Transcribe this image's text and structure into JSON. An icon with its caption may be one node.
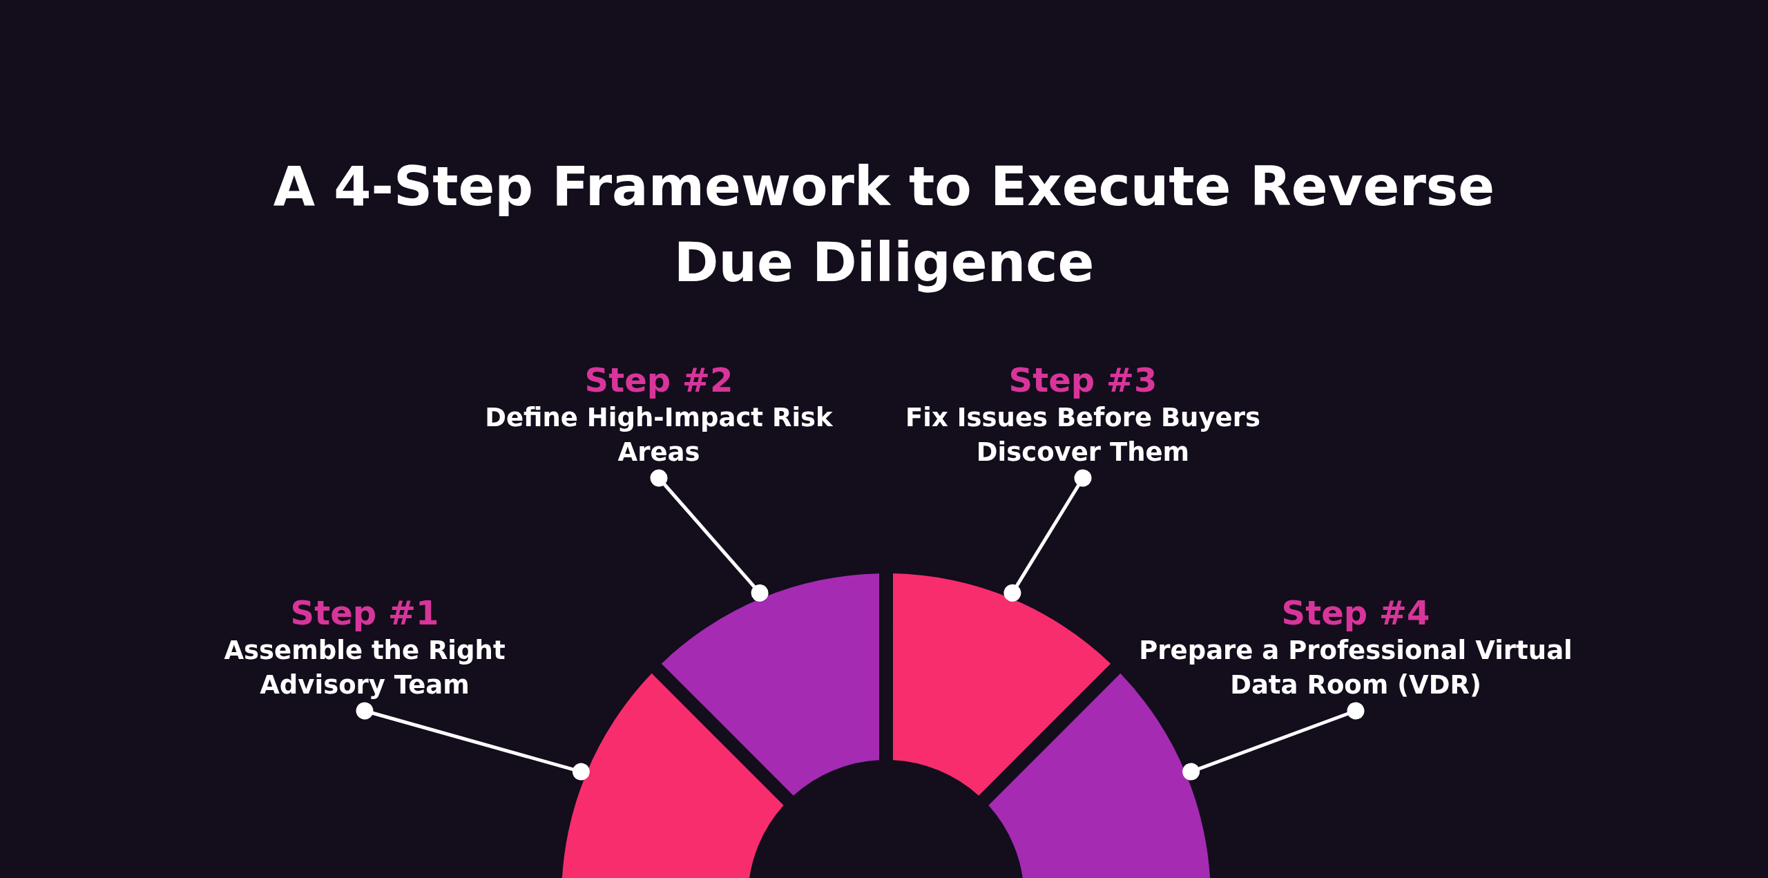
{
  "diagram": {
    "title": "A 4-Step Framework to Execute Reverse Due Diligence",
    "nodes": [
      {
        "text": [
          "Step #2",
          "Define High-Impact Risk Areas"
        ]
      },
      {
        "text": [
          "Step #3",
          "Fix Issues Before Buyers Discover Them"
        ]
      },
      {
        "text": [
          "Step #1",
          "Assemble the Right Advisory Team"
        ]
      },
      {
        "text": [
          "Step #4",
          "Prepare a Professional Virtual Data Room (VDR)"
        ]
      },
      {
        "text": [],
        "shape": "sector"
      },
      {
        "text": [],
        "shape": "sector"
      },
      {
        "text": [],
        "shape": "sector"
      },
      {
        "text": [],
        "shape": "sector"
      }
    ],
    "edges": [
      {
        "from": 2,
        "to": 4,
        "arrow": "other"
      },
      {
        "from": 0,
        "to": 5,
        "arrow": "other"
      },
      {
        "from": 1,
        "to": 6,
        "arrow": "other"
      },
      {
        "from": 3,
        "to": 7,
        "arrow": "other"
      }
    ]
  }
}
